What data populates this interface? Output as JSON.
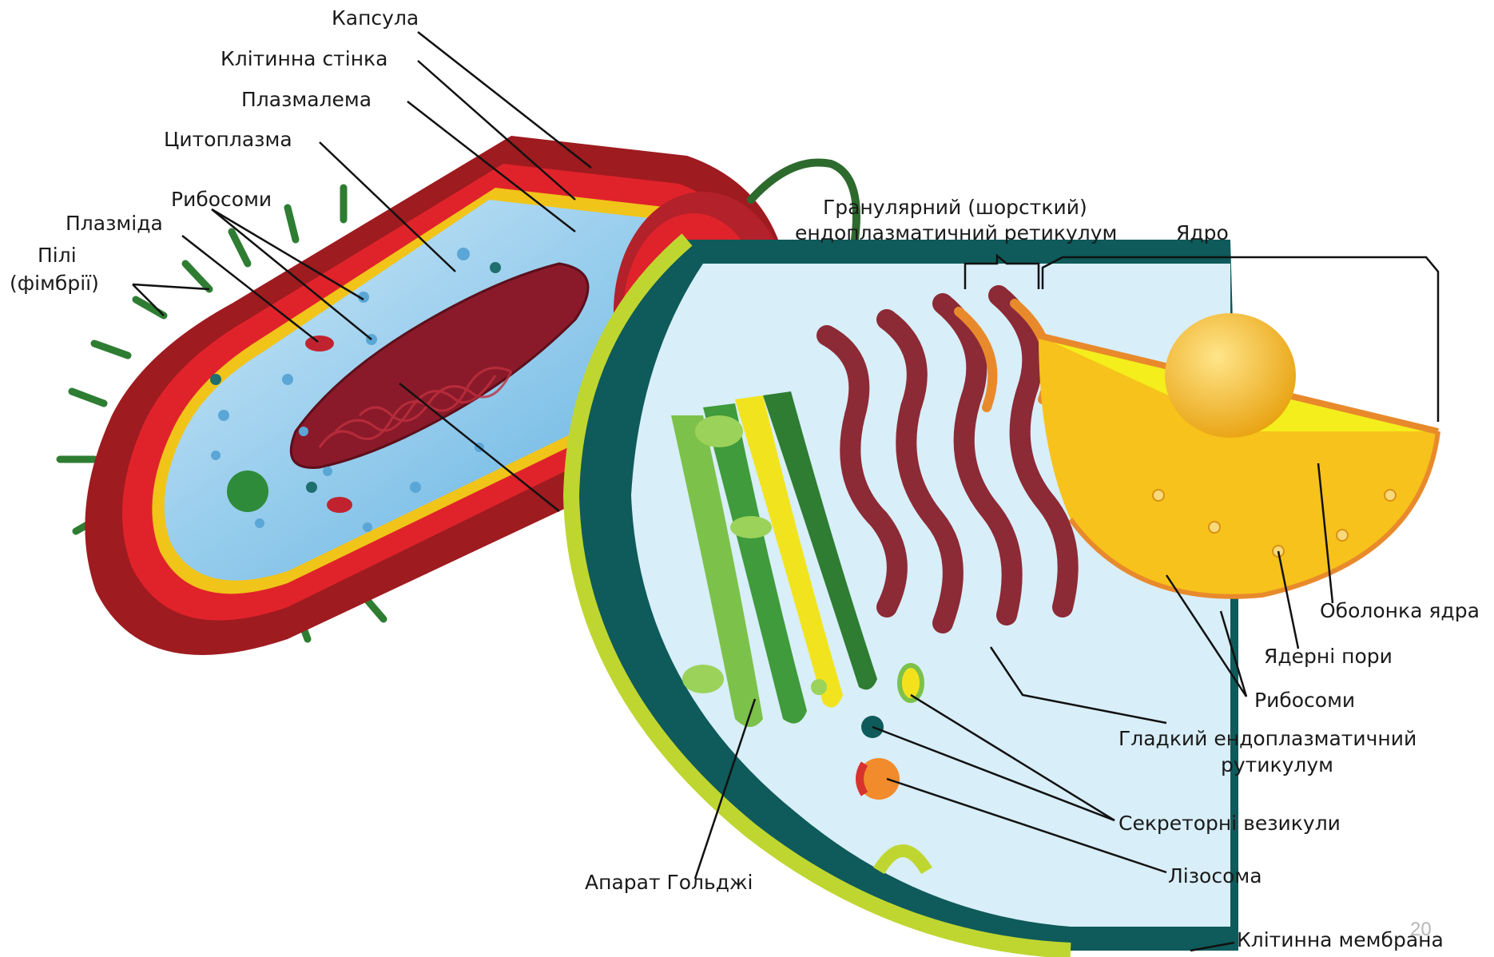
{
  "title": "",
  "prokaryote_labels": {
    "capsule": "Капсула",
    "cell_wall": "Клітинна стінка",
    "plasmalemma": "Плазмалема",
    "cytoplasm": "Цитоплазма",
    "ribosomes": "Рибосоми",
    "plasmid": "Плазміда",
    "pili_line1": "Пілі",
    "pili_line2": "(фімбрії)"
  },
  "eukaryote_labels": {
    "rough_er_line1": "Гранулярний (шорсткий)",
    "rough_er_line2": "ендоплазматичний ретикулум",
    "nucleus": "Ядро",
    "nuclear_envelope": "Оболонка ядра",
    "nuclear_pores": "Ядерні пори",
    "ribosomes": "Рибосоми",
    "smooth_er_line1": "Гладкий ендоплазматичний",
    "smooth_er_line2": "рутикулум",
    "secretory_vesicles": "Секреторні везикули",
    "lysosome": "Лізосома",
    "golgi": "Апарат Гольджі",
    "cell_membrane": "Клітинна мембрана"
  },
  "page_number": "20",
  "colors": {
    "title": "#1d4f86",
    "capsule": "#9e1b1f",
    "cell_wall": "#e0232b",
    "cytoplasm_prokaryote": "#8fc9ea",
    "nucleoid": "#8a1a2a",
    "eukaryote_outer": "#0f5a5a",
    "eukaryote_cytoplasm": "#d8eef8",
    "membrane": "#bfd630",
    "golgi": "#3f9b3b",
    "rough_er": "#8c2a36",
    "nucleus": "#f7c21b",
    "nucleolus": "#f0b11a"
  }
}
